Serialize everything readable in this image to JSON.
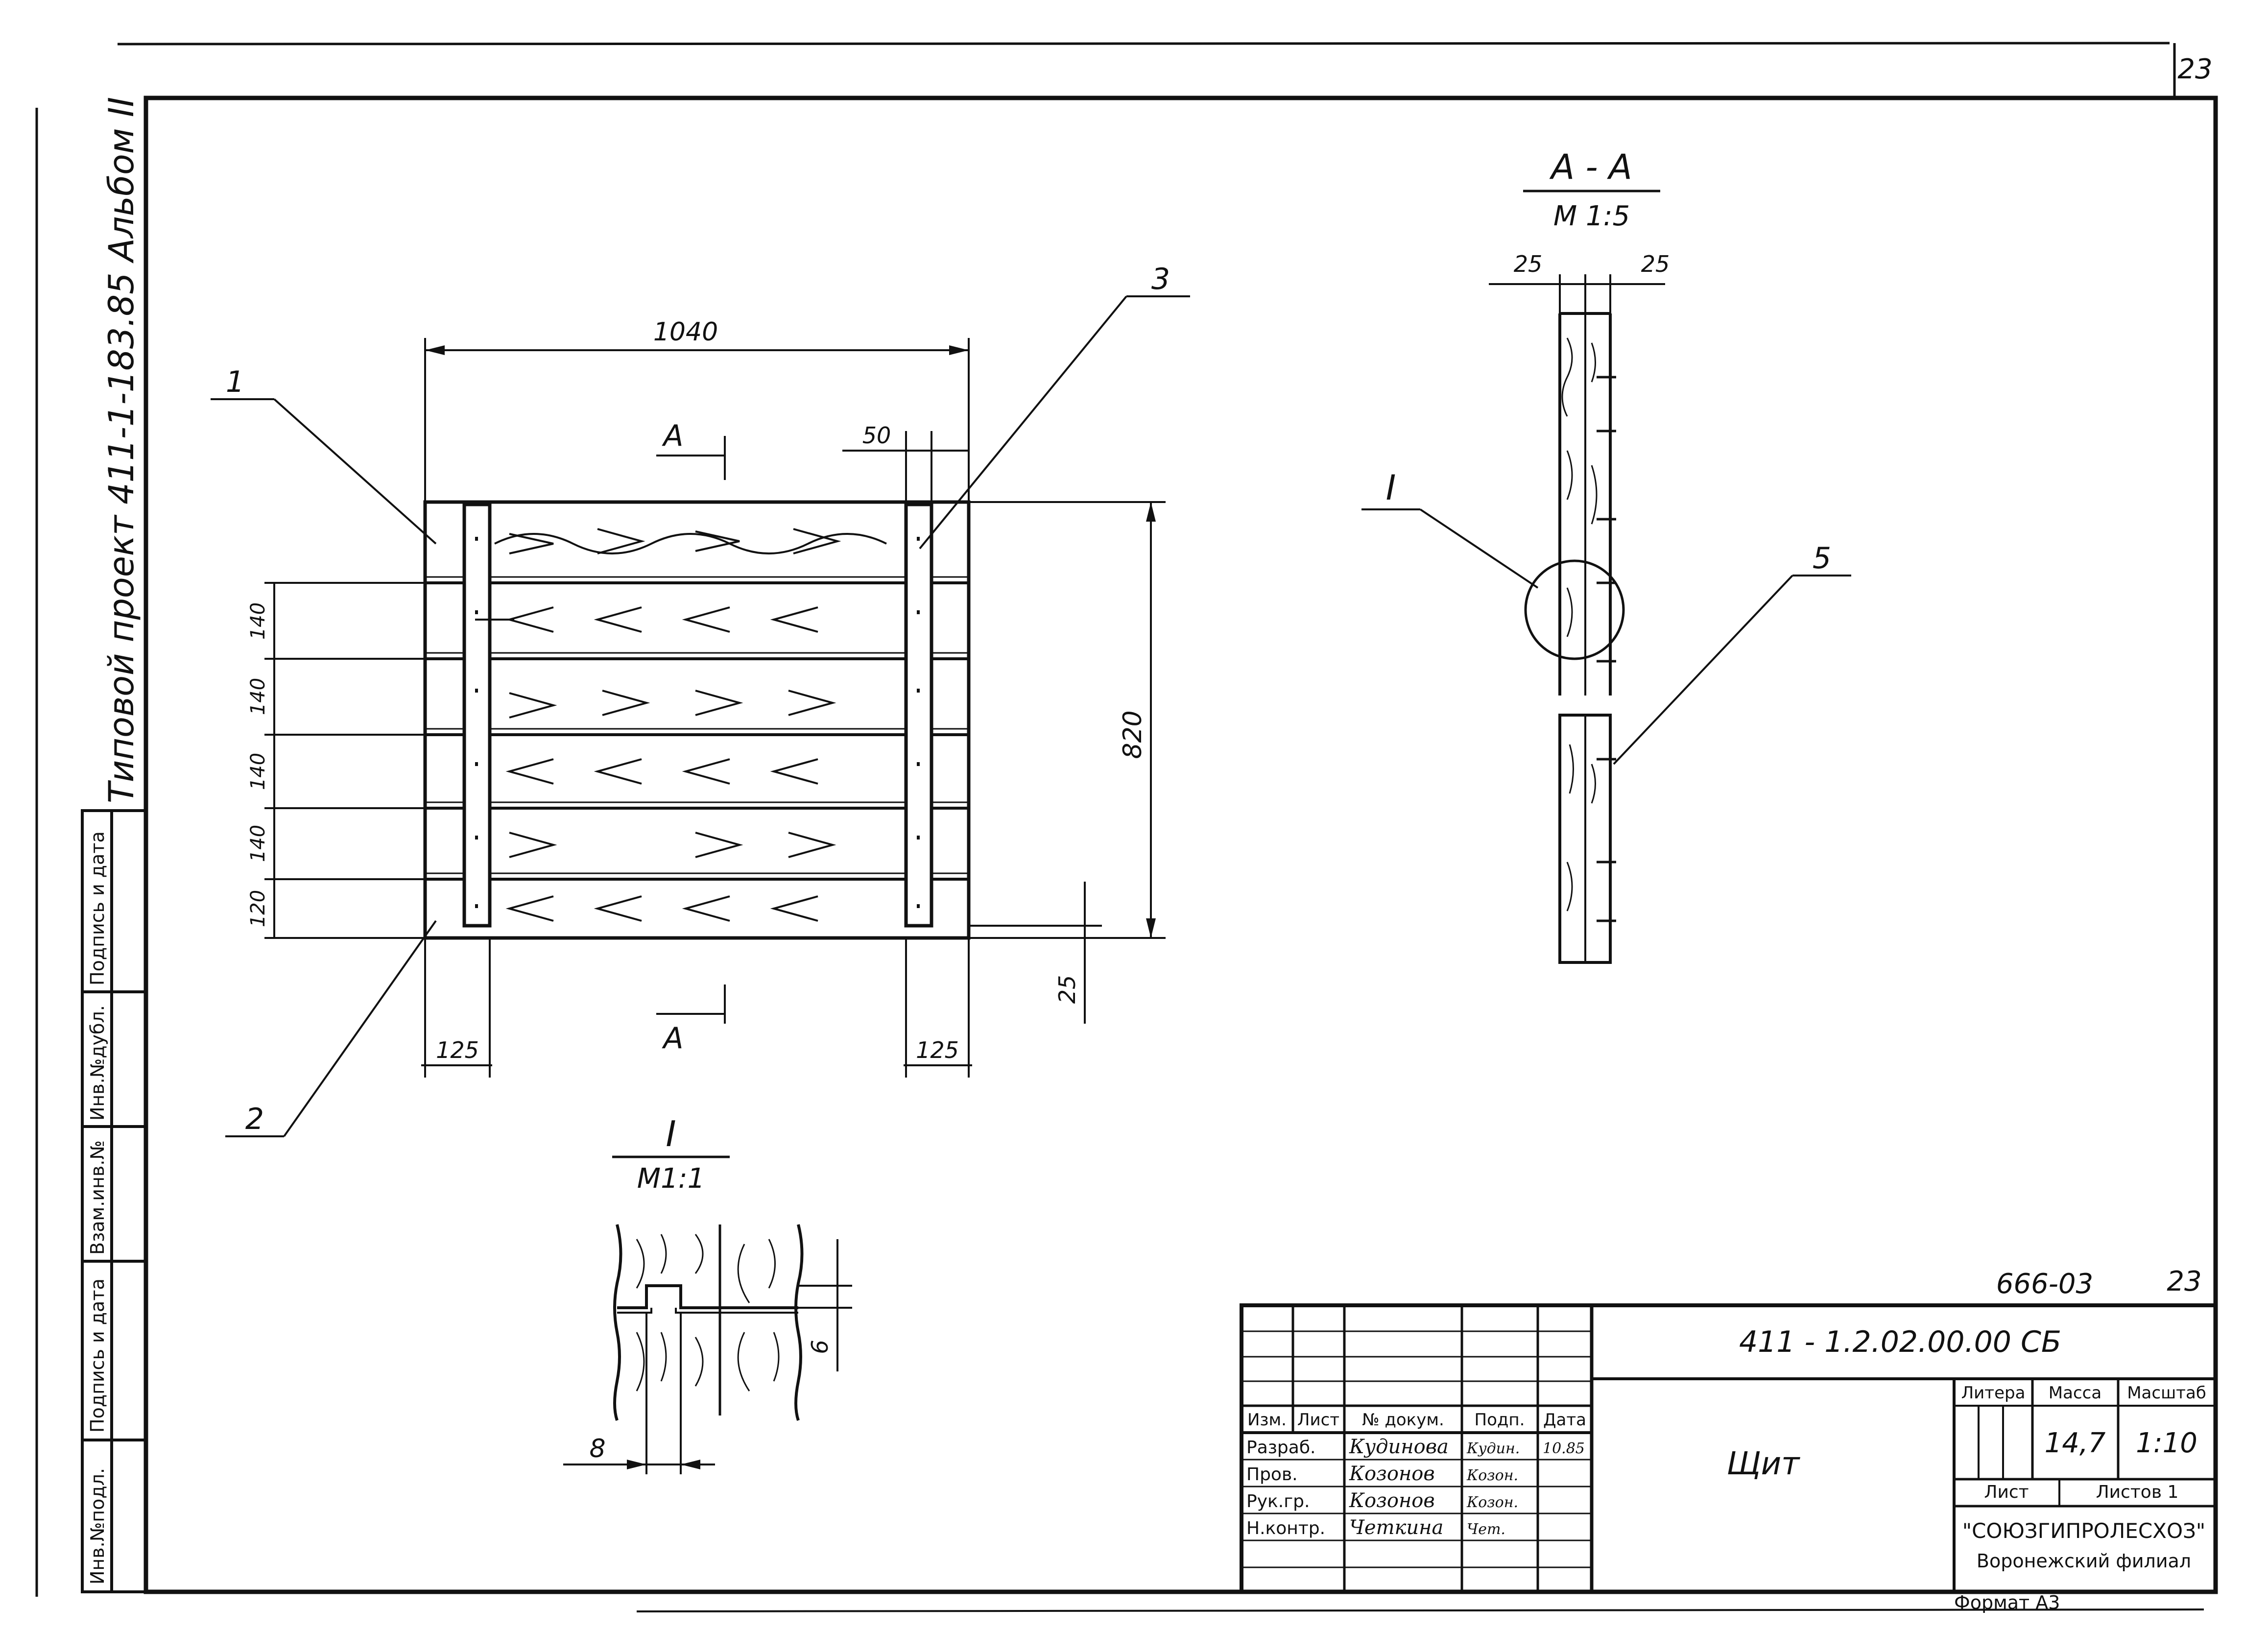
{
  "sheet": {
    "page_number": "23",
    "album_label": "Типовой проект 411-1-183.85   Альбом II",
    "format_label": "Формат А3"
  },
  "side_stamp": [
    "Инв.№подл.",
    "Подпись и дата",
    "Взам.инв.№",
    "Инв.№дубл.",
    "Подпись и дата"
  ],
  "main_view": {
    "dim_width": "1040",
    "dim_height": "820",
    "dim_50": "50",
    "dim_125_left": "125",
    "dim_125_right": "125",
    "dim_25": "25",
    "board_dims": [
      "140",
      "140",
      "140",
      "140",
      "120"
    ],
    "section_mark_top": "А",
    "section_mark_bottom": "А",
    "callouts": [
      "1",
      "2",
      "3"
    ]
  },
  "section_aa": {
    "title": "А - А",
    "scale": "М 1:5",
    "dim_left": "25",
    "dim_right": "25",
    "callout_detail": "I",
    "callout_5": "5"
  },
  "detail_i": {
    "title": "I",
    "scale": "М1:1",
    "dim_6": "6",
    "dim_8": "8"
  },
  "title_block": {
    "above_left": "666-03",
    "above_right": "23",
    "designation": "411 - 1.2.02.00.00 СБ",
    "item_name": "Щит",
    "head_cols": [
      "Изм.",
      "Лист",
      "№ докум.",
      "Подп.",
      "Дата"
    ],
    "roles": [
      {
        "role": "Разраб.",
        "name": "Кудинова",
        "sign": "Кудин.",
        "date": "10.85"
      },
      {
        "role": "Пров.",
        "name": "Козонов",
        "sign": "Козон.",
        "date": ""
      },
      {
        "role": "Рук.гр.",
        "name": "Козонов",
        "sign": "Козон.",
        "date": ""
      },
      {
        "role": "Н.контр.",
        "name": "Четкина",
        "sign": "Чет.",
        "date": ""
      }
    ],
    "litera_label": "Литера",
    "mass_label": "Масса",
    "scale_label": "Масштаб",
    "mass_value": "14,7",
    "scale_value": "1:10",
    "sheet_label": "Лист",
    "sheets_label": "Листов 1",
    "org_name": "\"СОЮЗГИПРОЛЕСХОЗ\"",
    "org_branch": "Воронежский филиал"
  }
}
